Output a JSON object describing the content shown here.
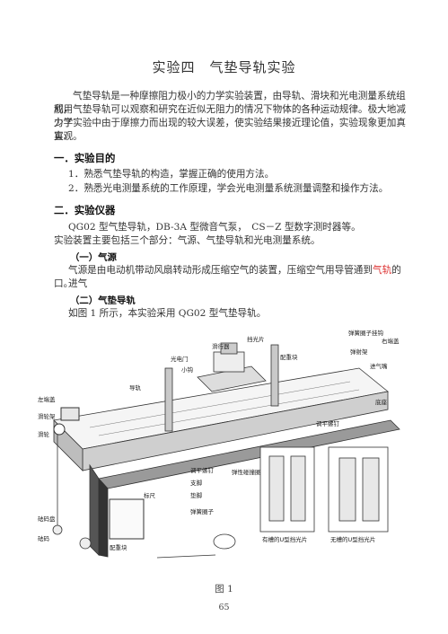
{
  "title": "实验四　气垫导轨实验",
  "intro": [
    "气垫导轨是一种摩擦阻力极小的力学实验装置，由导轨、滑块和光电测量系统组成，",
    "利用气垫导轨可以观察和研究在近似无阻力的情况下物体的各种运动规律。极大地减少了",
    "力学实验中由于摩擦力而出现的较大误差，使实验结果接近理论值，实验现象更加真实、",
    "直观。"
  ],
  "section1": {
    "heading": "一．实验目的",
    "items": [
      "1．熟悉气垫导轨的构造，掌握正确的使用方法。",
      "2．熟悉光电测量系统的工作原理，学会光电测量系统测量调整和操作方法。"
    ]
  },
  "section2": {
    "heading": "二．实验仪器",
    "line1": "QG02 型气垫导轨，DB-3A 型微音气泵，　CS－Z 型数字测时器等。",
    "line2": "实验装置主要包括三个部分：气源、气垫导轨和光电测量系统。",
    "sub1": {
      "heading": "（一）气源",
      "text_a": "气源是由电动机带动风扇转动形成压缩空气的装置，压缩空气用导管通到",
      "text_red": "气轨",
      "text_b": "的进气",
      "text_c": "口。"
    },
    "sub2": {
      "heading": "（二）气垫导轨",
      "text": "如图 1 所示，本实验采用 QG02 型气垫导轨。"
    }
  },
  "figure": {
    "labels": {
      "spring_hook": "弹簧圈子挂钩",
      "right_pulley": "右端盖",
      "reflect": "弹射架",
      "air_inlet": "进气嘴",
      "baffle": "挡光片",
      "slider": "滑行器",
      "counterweight": "配重块",
      "photogate": "光电门",
      "small_hook": "小钩",
      "left_cap": "左端盖",
      "rail": "导轨",
      "base": "底座",
      "pulley_frame": "滑轮架",
      "pulley": "滑轮",
      "level_screw_right": "调平螺钉",
      "level_screw_left": "调平螺钉",
      "support": "支脚",
      "spring_collision": "弹性碰撞圈",
      "gasket": "垫脚",
      "spring_ring": "弹簧圈子",
      "scale": "标尺",
      "weight_bucket": "砝码盘",
      "weight": "砝码",
      "counterweight_block": "配重块",
      "slit_a": "有槽的U型挡光片",
      "slit_b": "无槽的U型挡光片"
    }
  },
  "caption": "图 1",
  "page_number": "65"
}
